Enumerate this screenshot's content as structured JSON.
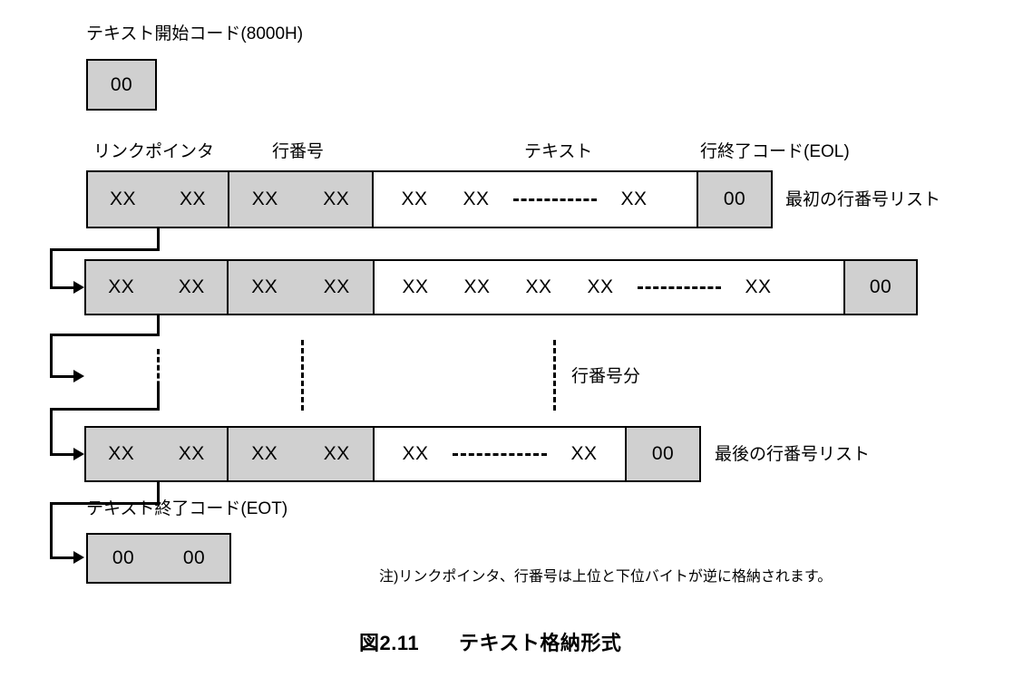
{
  "figure": {
    "caption_number": "図2.11",
    "caption_title": "テキスト格納形式",
    "note": "注)リンクポインタ、行番号は上位と下位バイトが逆に格納されます。"
  },
  "start_code": {
    "label": "テキスト開始コード(8000H)",
    "byte": "00"
  },
  "end_code": {
    "label": "テキスト終了コード(EOT)",
    "byte_1": "00",
    "byte_2": "00"
  },
  "column_headers": {
    "link_pointer": "リンクポインタ",
    "line_number": "行番号",
    "text": "テキスト",
    "eol": "行終了コード(EOL)"
  },
  "row_labels": {
    "first": "最初の行番号リスト",
    "last": "最後の行番号リスト",
    "middle": "行番号分"
  },
  "bytes": {
    "xx": "XX",
    "zero": "00"
  },
  "rows": [
    {
      "name": "first-line-record",
      "label": "最初の行番号リスト",
      "link_pointer": [
        "XX",
        "XX"
      ],
      "line_number": [
        "XX",
        "XX"
      ],
      "text": [
        "XX",
        "XX",
        "XX"
      ],
      "eol": "00"
    },
    {
      "name": "second-line-record",
      "label": "",
      "link_pointer": [
        "XX",
        "XX"
      ],
      "line_number": [
        "XX",
        "XX"
      ],
      "text": [
        "XX",
        "XX",
        "XX",
        "XX",
        "XX"
      ],
      "eol": "00"
    },
    {
      "name": "last-line-record",
      "label": "最後の行番号リスト",
      "link_pointer": [
        "XX",
        "XX"
      ],
      "line_number": [
        "XX",
        "XX"
      ],
      "text": [
        "XX",
        "XX"
      ],
      "eol": "00"
    }
  ],
  "colors": {
    "fill_gray": "#d0d0d0",
    "stroke": "#000000",
    "background": "#ffffff"
  }
}
